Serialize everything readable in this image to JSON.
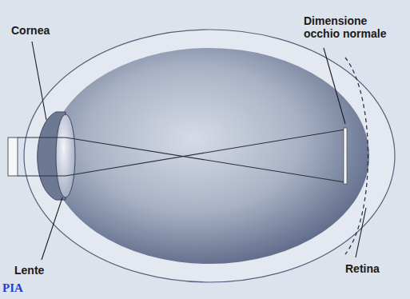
{
  "diagram": {
    "labels": [
      "Cornea",
      "Dimensione occhio normale",
      "Lente",
      "Retina",
      "PIA"
    ]
  }
}
